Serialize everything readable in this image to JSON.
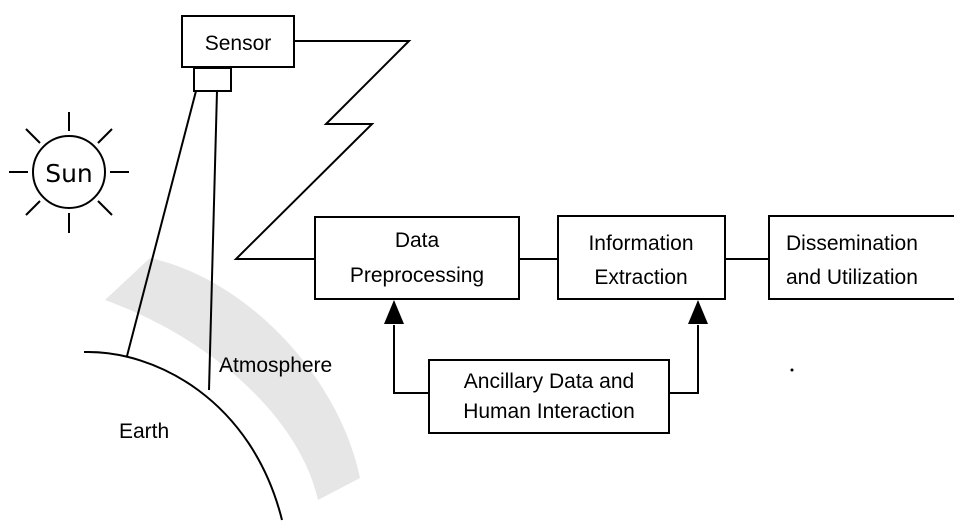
{
  "colors": {
    "atmosphere_band": "#e6e6e6",
    "stroke": "#000000",
    "background": "#ffffff"
  },
  "sun": {
    "label": "Sun"
  },
  "sensor": {
    "label": "Sensor"
  },
  "earth": {
    "label": "Earth"
  },
  "atmosphere": {
    "label": "Atmosphere"
  },
  "boxes": {
    "preprocessing": {
      "line1": "Data",
      "line2": "Preprocessing"
    },
    "extraction": {
      "line1": "Information",
      "line2": "Extraction"
    },
    "dissemination": {
      "line1": "Dissemination",
      "line2": "and Utilization"
    },
    "ancillary": {
      "line1": "Ancillary Data and",
      "line2": "Human Interaction"
    }
  }
}
